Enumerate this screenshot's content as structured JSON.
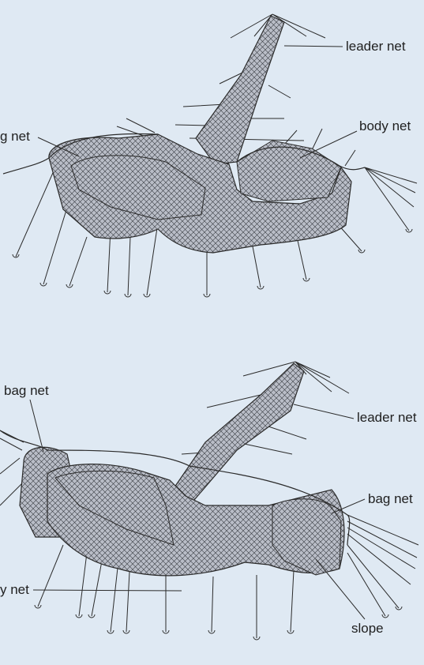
{
  "diagrams": [
    {
      "labels": {
        "leader": "leader net",
        "body": "body net",
        "bag": "g net"
      }
    },
    {
      "labels": {
        "bag_left": "bag net",
        "leader": "leader net",
        "bag_right": "bag net",
        "body": "y net",
        "slope": "slope"
      }
    }
  ],
  "colors": {
    "background": "#dfe9f3",
    "net_fill": "#b8bcc6",
    "line": "#2b2b2b"
  }
}
